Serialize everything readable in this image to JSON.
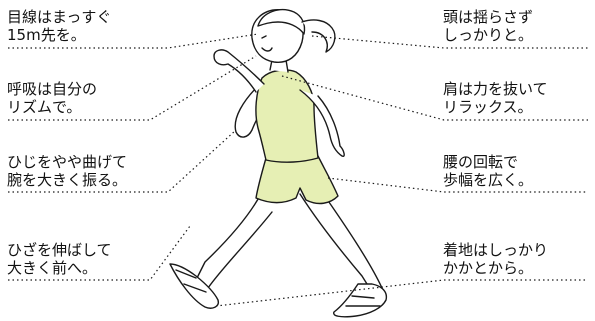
{
  "diagram": {
    "annotations": [
      {
        "id": "gaze",
        "line1": "目線はまっすぐ",
        "line2": "15m先を。"
      },
      {
        "id": "breath",
        "line1": "呼吸は自分の",
        "line2": "リズムで。"
      },
      {
        "id": "elbow",
        "line1": "ひじをやや曲げて",
        "line2": "腕を大きく振る。"
      },
      {
        "id": "knee",
        "line1": "ひざを伸ばして",
        "line2": "大きく前へ。"
      },
      {
        "id": "head",
        "line1": "頭は揺らさず",
        "line2": "しっかりと。"
      },
      {
        "id": "shoulder",
        "line1": "肩は力を抜いて",
        "line2": "リラックス。"
      },
      {
        "id": "waist",
        "line1": "腰の回転で",
        "line2": "歩幅を広く。"
      },
      {
        "id": "landing",
        "line1": "着地はしっかり",
        "line2": "かかとから。"
      }
    ],
    "colors": {
      "shirt": "#e6efb4",
      "shorts": "#e6efb4",
      "outline": "#1a1a1a",
      "skin": "#ffffff"
    }
  }
}
